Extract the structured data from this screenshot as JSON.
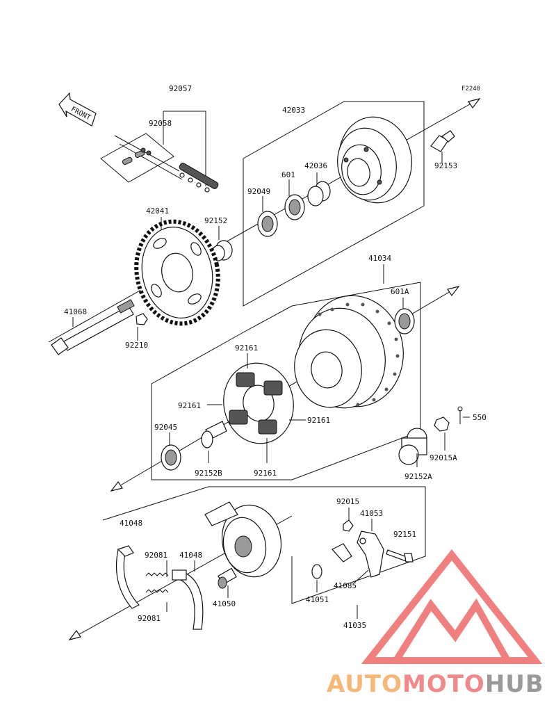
{
  "figure_code": "F2240",
  "front_label": "FRONT",
  "parts": [
    {
      "id": "p92057",
      "label": "92057"
    },
    {
      "id": "p92058",
      "label": "92058"
    },
    {
      "id": "p42033",
      "label": "42033"
    },
    {
      "id": "p42036",
      "label": "42036"
    },
    {
      "id": "p601",
      "label": "601"
    },
    {
      "id": "p92049",
      "label": "92049"
    },
    {
      "id": "p92153",
      "label": "92153"
    },
    {
      "id": "p42041",
      "label": "42041"
    },
    {
      "id": "p92152",
      "label": "92152"
    },
    {
      "id": "p41068",
      "label": "41068"
    },
    {
      "id": "p92210",
      "label": "92210"
    },
    {
      "id": "p41034",
      "label": "41034"
    },
    {
      "id": "p601A",
      "label": "601A"
    },
    {
      "id": "p92161a",
      "label": "92161"
    },
    {
      "id": "p92161b",
      "label": "92161"
    },
    {
      "id": "p92161c",
      "label": "92161"
    },
    {
      "id": "p92161d",
      "label": "92161"
    },
    {
      "id": "p92045",
      "label": "92045"
    },
    {
      "id": "p92152B",
      "label": "92152B"
    },
    {
      "id": "p550",
      "label": "550"
    },
    {
      "id": "p92015A",
      "label": "92015A"
    },
    {
      "id": "p92152A",
      "label": "92152A"
    },
    {
      "id": "p41048a",
      "label": "41048"
    },
    {
      "id": "p92015",
      "label": "92015"
    },
    {
      "id": "p41053",
      "label": "41053"
    },
    {
      "id": "p92151",
      "label": "92151"
    },
    {
      "id": "p92081a",
      "label": "92081"
    },
    {
      "id": "p41048b",
      "label": "41048"
    },
    {
      "id": "p41085",
      "label": "41085"
    },
    {
      "id": "p41050",
      "label": "41050"
    },
    {
      "id": "p41051",
      "label": "41051"
    },
    {
      "id": "p92081b",
      "label": "92081"
    },
    {
      "id": "p41035",
      "label": "41035"
    }
  ],
  "watermark": {
    "part1": "AUTO",
    "part2": "MOTO",
    "part3": "HUB",
    "color1": "#f5b878",
    "color2": "#f08a8a",
    "color3": "#9a9a9a",
    "logo_color": "#ee6b6b"
  }
}
